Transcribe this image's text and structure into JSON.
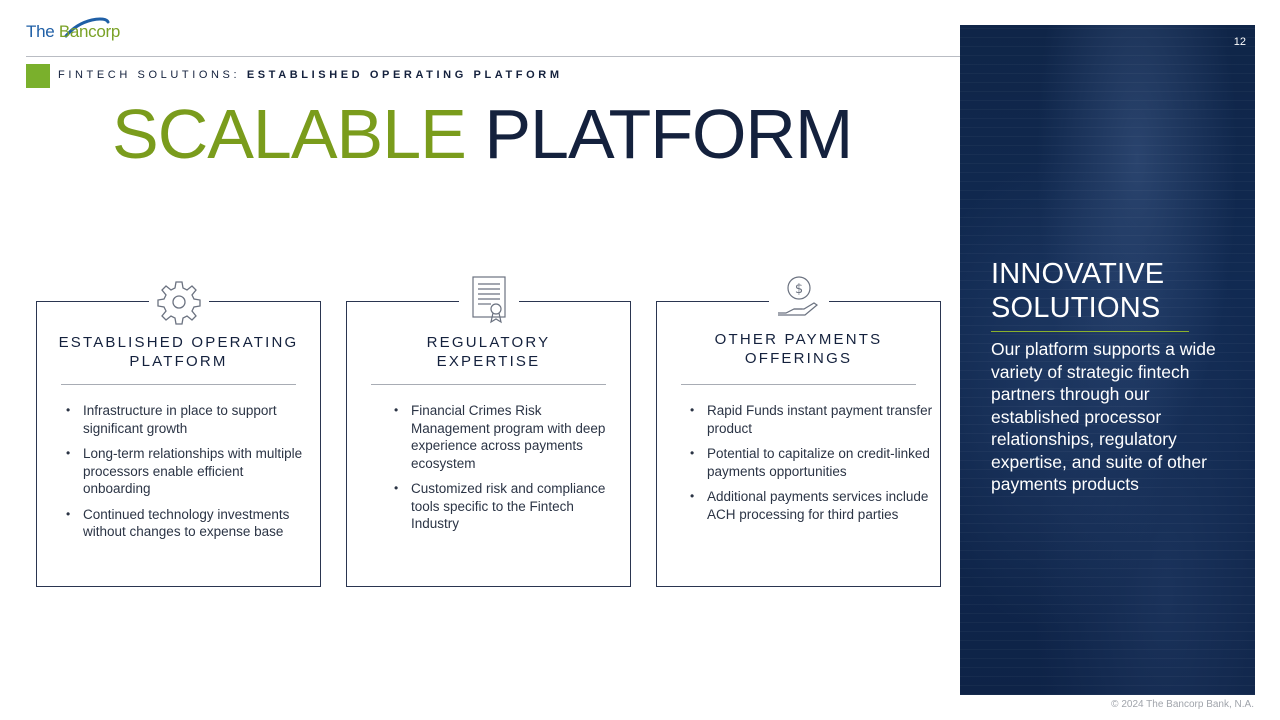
{
  "header": {
    "logo_text_1": "The ",
    "logo_text_2": "Bancorp",
    "section_prefix": "FINTECH SOLUTIONS: ",
    "section_title": "ESTABLISHED OPERATING PLATFORM",
    "page_number": "12"
  },
  "title": {
    "green_part": "SCALABLE",
    "navy_part": "PLATFORM"
  },
  "cards": [
    {
      "icon": "gear-icon",
      "heading_line1": "ESTABLISHED OPERATING",
      "heading_line2": "PLATFORM",
      "bullets": [
        "Infrastructure in place to support significant growth",
        "Long-term relationships with multiple processors enable efficient onboarding",
        "Continued technology investments without changes to expense base"
      ]
    },
    {
      "icon": "certificate-icon",
      "heading_line1": "REGULATORY",
      "heading_line2": "EXPERTISE",
      "bullets": [
        "Financial Crimes Risk Management program with deep experience across payments ecosystem",
        "Customized risk and compliance tools specific to the Fintech Industry"
      ]
    },
    {
      "icon": "hand-dollar-icon",
      "heading_line1": "OTHER PAYMENTS",
      "heading_line2": "OFFERINGS",
      "bullets": [
        "Rapid Funds instant payment transfer product",
        "Potential to capitalize on credit-linked payments opportunities",
        "Additional payments services include ACH processing for third parties"
      ]
    }
  ],
  "panel": {
    "title_line1": "INNOVATIVE",
    "title_line2": "SOLUTIONS",
    "body": "Our platform supports a wide variety of strategic fintech partners through our established processor relationships, regulatory expertise, and suite of other payments products"
  },
  "footer": {
    "copyright": "© 2024 The Bancorp Bank, N.A."
  },
  "colors": {
    "navy": "#14213d",
    "green": "#7a9c1c",
    "panel_bg": "#0f2548"
  }
}
